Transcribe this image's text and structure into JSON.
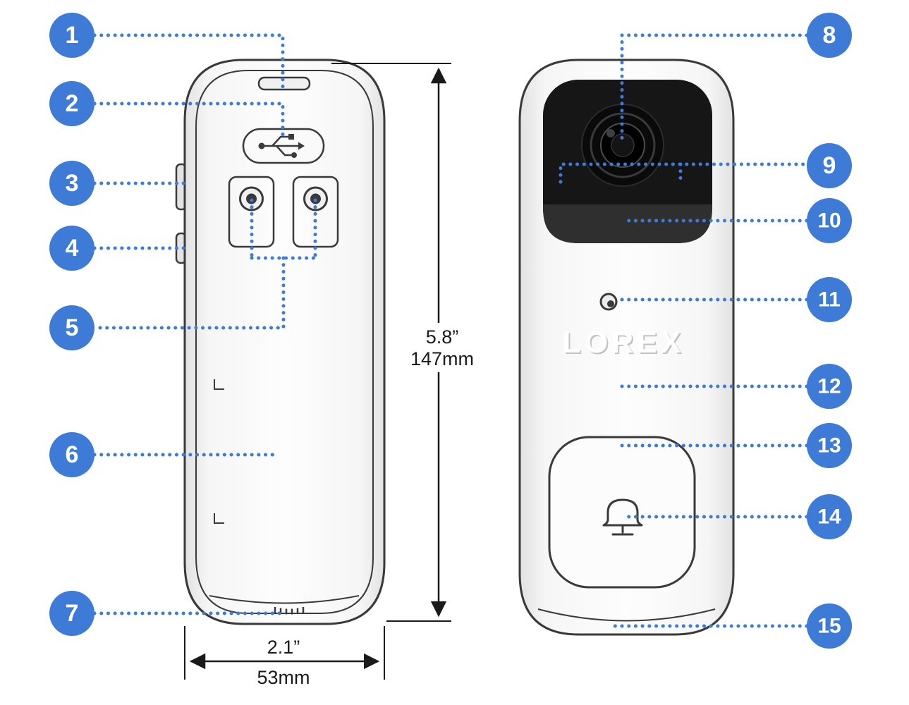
{
  "colors": {
    "accent": "#3D7BD7",
    "outline": "#3A3A3A",
    "ink": "#1A1A1A"
  },
  "callouts": [
    "1",
    "2",
    "3",
    "4",
    "5",
    "6",
    "7",
    "8",
    "9",
    "10",
    "11",
    "12",
    "13",
    "14",
    "15"
  ],
  "labels": {
    "brand": "LOREX",
    "height_in": "5.8”",
    "height_mm": "147mm",
    "width_in": "2.1”",
    "width_mm": "53mm"
  }
}
